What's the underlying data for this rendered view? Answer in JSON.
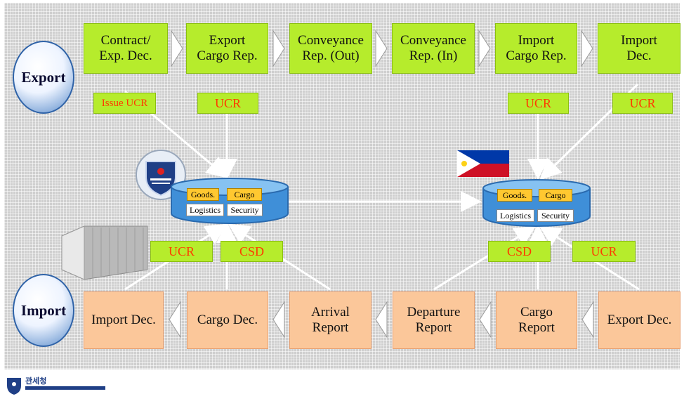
{
  "ovals": {
    "export": "Export",
    "import": "Import"
  },
  "export_row": [
    {
      "label": "Contract/\nExp. Dec."
    },
    {
      "label": "Export\nCargo Rep."
    },
    {
      "label": "Conveyance\nRep. (Out)"
    },
    {
      "label": "Conveyance\nRep. (In)"
    },
    {
      "label": "Import\nCargo Rep."
    },
    {
      "label": "Import\nDec."
    }
  ],
  "import_row": [
    {
      "label": "Import Dec."
    },
    {
      "label": "Cargo Dec."
    },
    {
      "label": "Arrival\nReport"
    },
    {
      "label": "Departure\nReport"
    },
    {
      "label": "Cargo\nReport"
    },
    {
      "label": "Export Dec."
    }
  ],
  "top_tags": [
    "Issue UCR",
    "UCR",
    "UCR",
    "UCR"
  ],
  "bottom_tags": [
    "UCR",
    "CSD",
    "CSD",
    "UCR"
  ],
  "db_left": {
    "goods": "Goods.",
    "cargo": "Cargo",
    "logistics": "Logistics",
    "security": "Security"
  },
  "db_right": {
    "goods": "Goods.",
    "cargo": "Cargo",
    "logistics": "Logistics",
    "security": "Security"
  },
  "logo_text": "관세청",
  "colors": {
    "green": "#b6ec2c",
    "peach": "#fbc79a",
    "tag_text": "#ff3a00",
    "db_blue": "#4f9ee0"
  }
}
